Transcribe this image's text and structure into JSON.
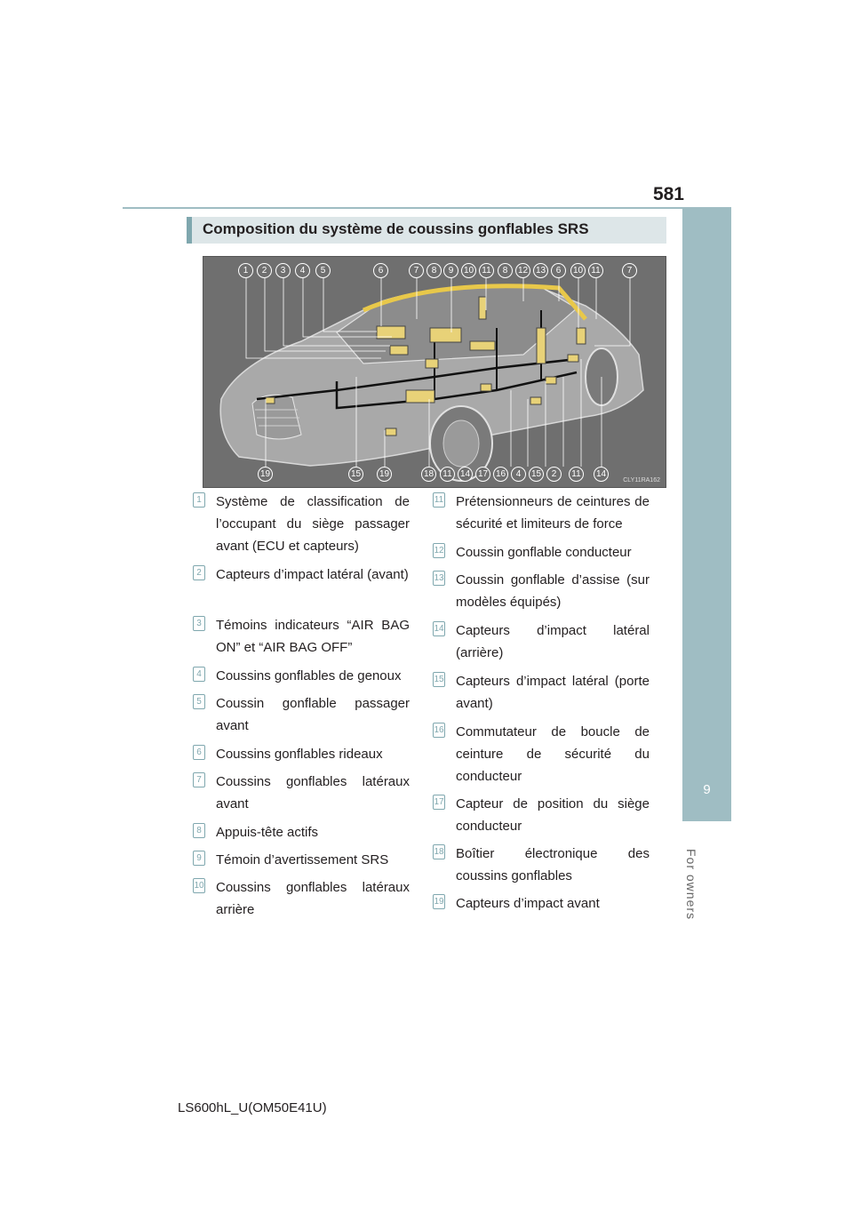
{
  "page": {
    "number": "581",
    "chapter_tab": "9",
    "chapter_label": "For owners",
    "footer": "LS600hL_U(OM50E41U)"
  },
  "section": {
    "title": "Composition du système de coussins gonflables SRS"
  },
  "figure": {
    "code": "CLY11RA162",
    "top_callouts": [
      "1",
      "2",
      "3",
      "4",
      "5",
      "6",
      "7",
      "8",
      "9",
      "10",
      "11",
      "8",
      "12",
      "13",
      "6",
      "10",
      "11",
      "7"
    ],
    "bottom_callouts": [
      "19",
      "15",
      "19",
      "18",
      "11",
      "14",
      "17",
      "16",
      "4",
      "15",
      "2",
      "11",
      "14"
    ]
  },
  "legend": {
    "left": [
      {
        "num": "1",
        "text": "Système de classification de l’occupant du siège passager avant (ECU et capteurs)"
      },
      {
        "num": "2",
        "text": "Capteurs d’impact latéral (avant)"
      },
      {
        "num": "3",
        "text": "Témoins indicateurs “AIR BAG ON” et “AIR BAG OFF”"
      },
      {
        "num": "4",
        "text": "Coussins gonflables de genoux"
      },
      {
        "num": "5",
        "text": "Coussin gonflable passager avant"
      },
      {
        "num": "6",
        "text": "Coussins gonflables rideaux"
      },
      {
        "num": "7",
        "text": "Coussins gonflables latéraux avant"
      },
      {
        "num": "8",
        "text": "Appuis-tête actifs"
      },
      {
        "num": "9",
        "text": "Témoin d’avertissement SRS"
      },
      {
        "num": "10",
        "text": "Coussins gonflables latéraux arrière"
      }
    ],
    "right": [
      {
        "num": "11",
        "text": "Prétensionneurs de ceintures de sécurité et limiteurs de force"
      },
      {
        "num": "12",
        "text": "Coussin gonflable conducteur"
      },
      {
        "num": "13",
        "text": "Coussin gonflable d’assise (sur modèles équipés)"
      },
      {
        "num": "14",
        "text": "Capteurs d’impact latéral (arrière)"
      },
      {
        "num": "15",
        "text": "Capteurs d’impact latéral (porte avant)"
      },
      {
        "num": "16",
        "text": "Commutateur de boucle de ceinture de sécurité du conducteur"
      },
      {
        "num": "17",
        "text": "Capteur de position du siège conducteur"
      },
      {
        "num": "18",
        "text": "Boîtier électronique des coussins gonflables"
      },
      {
        "num": "19",
        "text": "Capteurs d’impact avant"
      }
    ]
  }
}
